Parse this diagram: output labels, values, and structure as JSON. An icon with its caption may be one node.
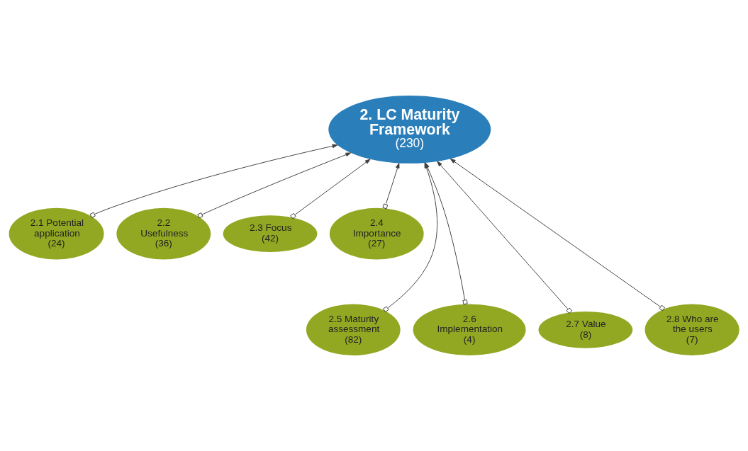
{
  "diagram": {
    "nodes": [
      {
        "text": [
          "2. LC Maturity Framework",
          "(230)"
        ]
      },
      {
        "text": [
          "2.1 Potential application",
          "(24)"
        ]
      },
      {
        "text": [
          "2.2 Usefulness",
          "(36)"
        ]
      },
      {
        "text": [
          "2.3 Focus",
          "(42)"
        ]
      },
      {
        "text": [
          "2.4 Importance",
          "(27)"
        ]
      },
      {
        "text": [
          "2.5 Maturity assessment",
          "(82)"
        ]
      },
      {
        "text": [
          "2.6 Implementation",
          "(4)"
        ]
      },
      {
        "text": [
          "2.7 Value",
          "(8)"
        ]
      },
      {
        "text": [
          "2.8 Who are the users",
          "(7)"
        ]
      }
    ],
    "edges": [
      {
        "from": 1,
        "to": 0,
        "arrow": "to"
      },
      {
        "from": 5,
        "to": 0,
        "arrow": "to"
      },
      {
        "from": 2,
        "to": 0,
        "arrow": "to"
      },
      {
        "from": 6,
        "to": 0,
        "arrow": "to"
      },
      {
        "from": 7,
        "to": 0,
        "arrow": "to"
      },
      {
        "from": 3,
        "to": 0,
        "arrow": "to"
      },
      {
        "from": 8,
        "to": 0,
        "arrow": "to"
      },
      {
        "from": 4,
        "to": 0,
        "arrow": "to"
      }
    ]
  }
}
